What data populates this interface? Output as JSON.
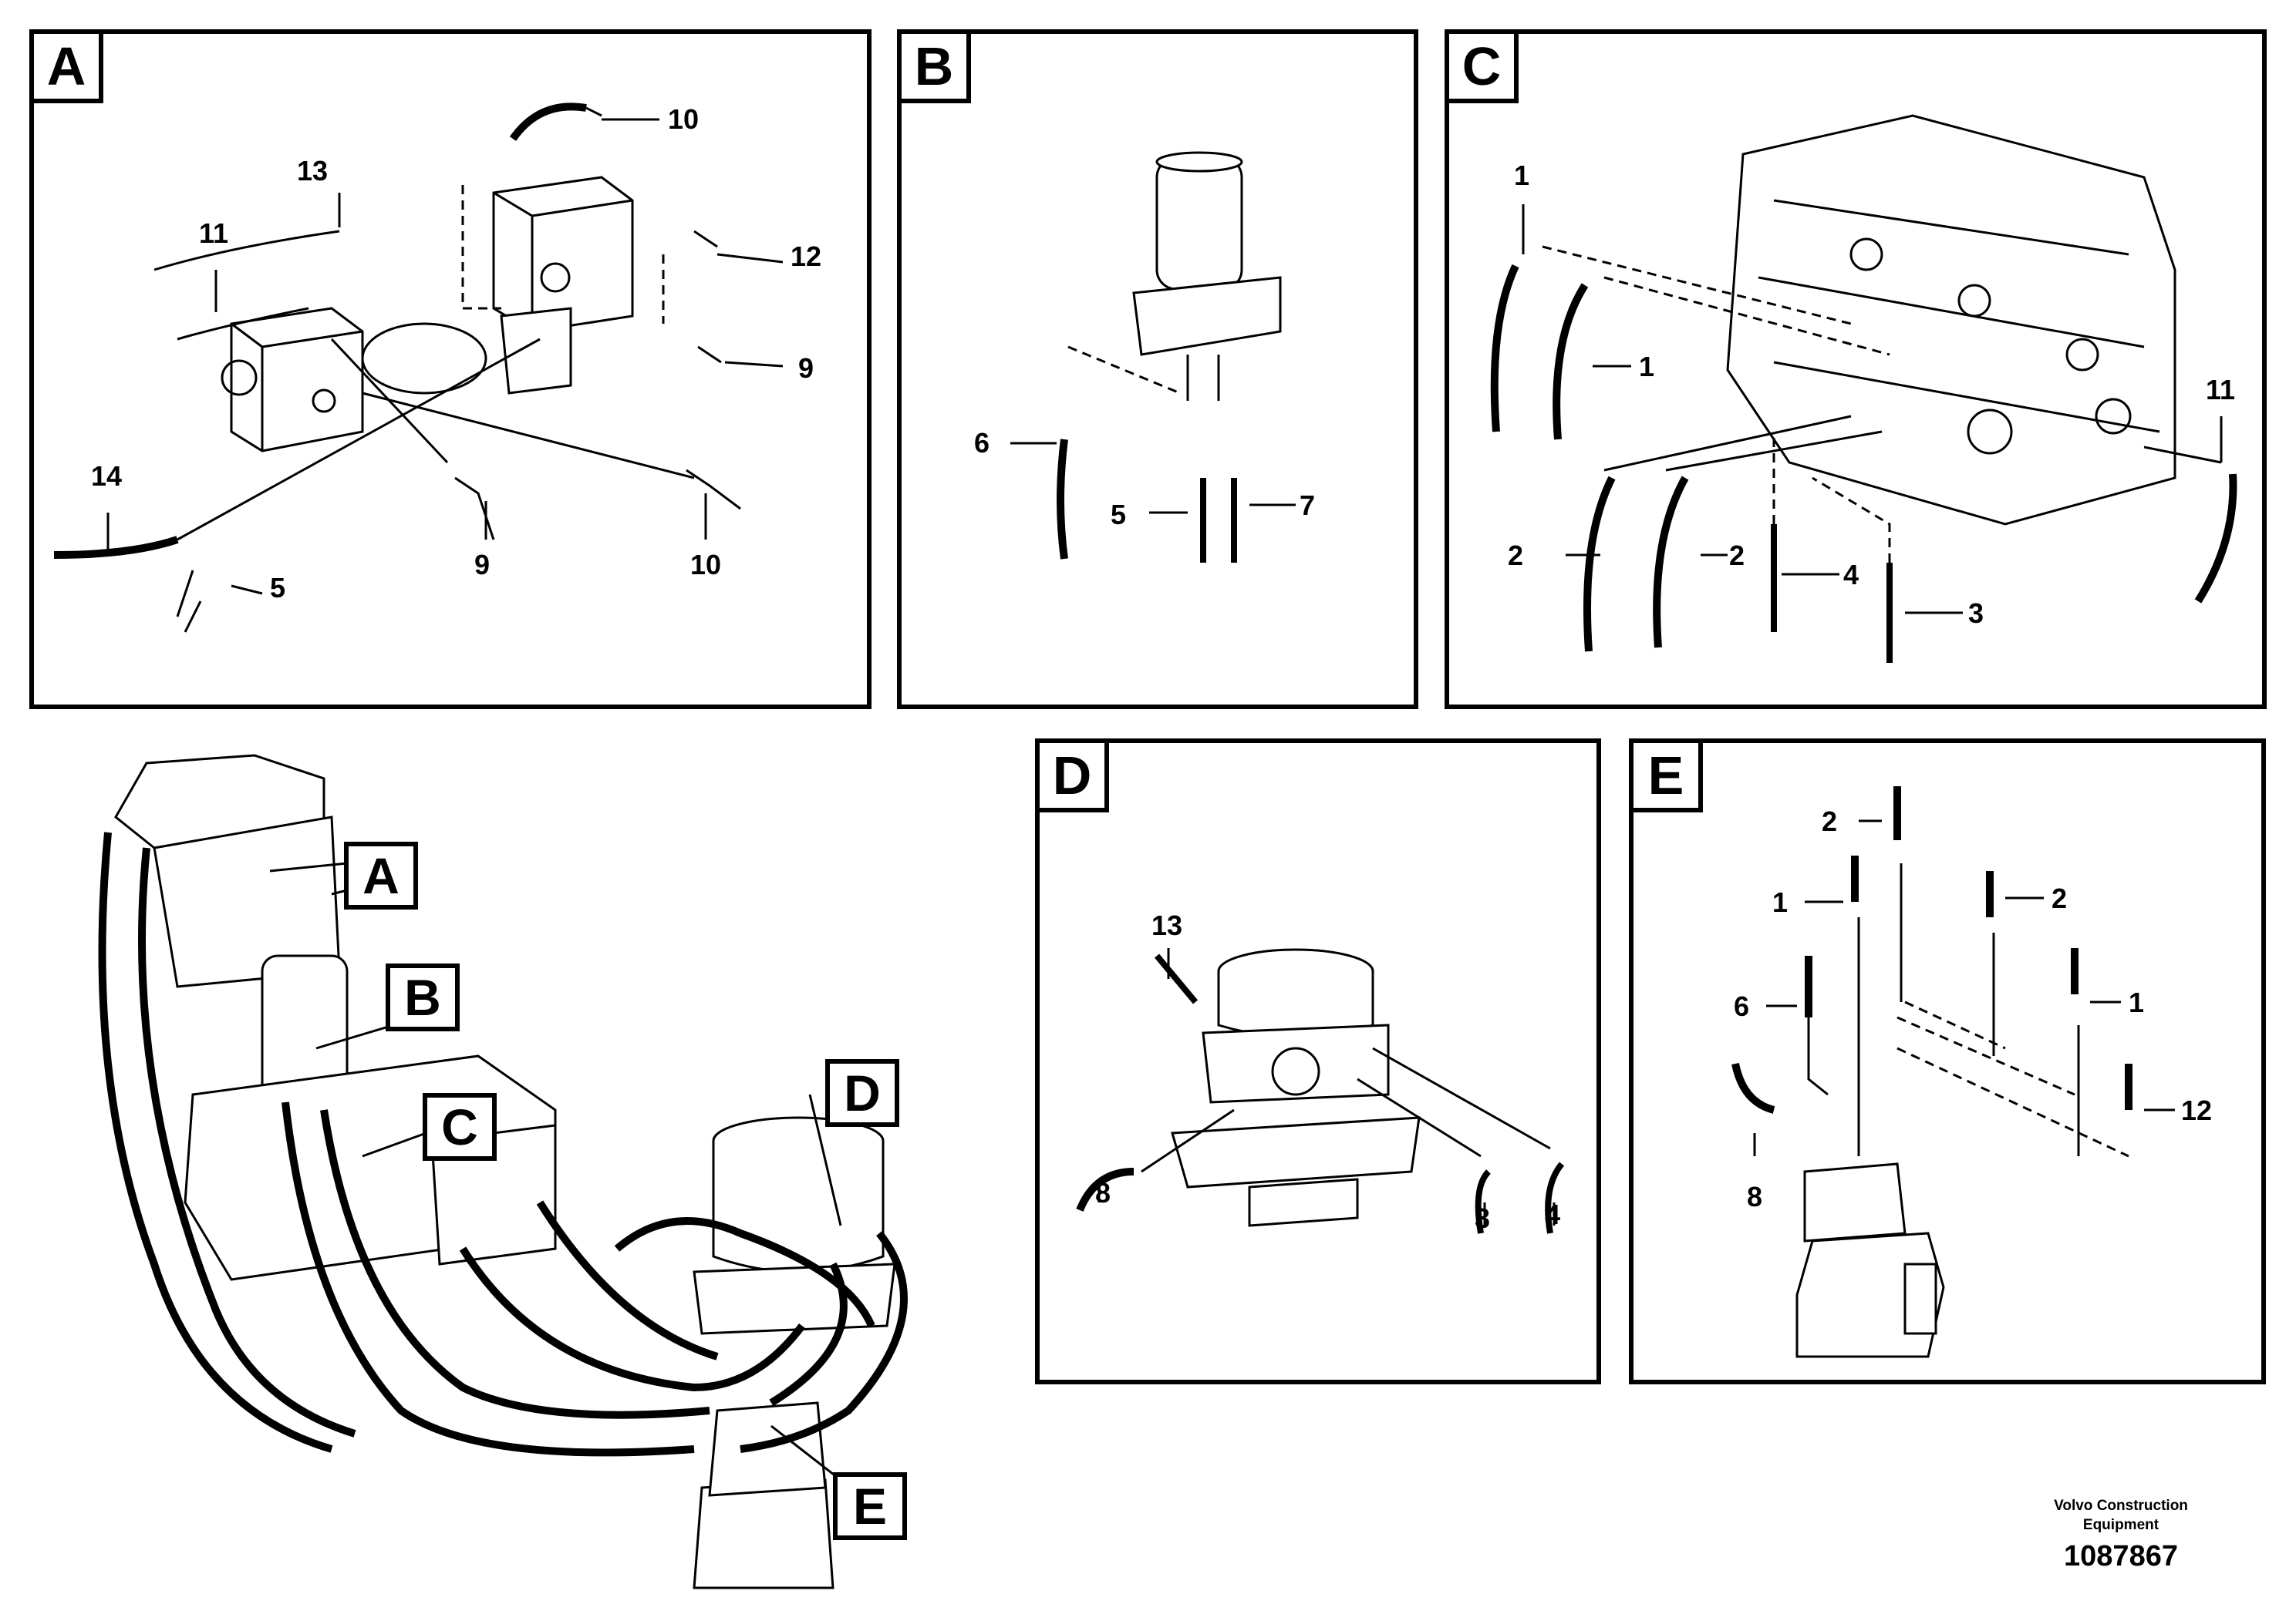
{
  "panels": {
    "A": {
      "label": "A",
      "parts": [
        "10",
        "13",
        "11",
        "12",
        "9",
        "14",
        "9",
        "10",
        "5"
      ]
    },
    "B": {
      "label": "B",
      "parts": [
        "6",
        "5",
        "7"
      ]
    },
    "C": {
      "label": "C",
      "parts": [
        "1",
        "1",
        "11",
        "2",
        "2",
        "4",
        "3"
      ]
    },
    "D": {
      "label": "D",
      "parts": [
        "13",
        "8",
        "3",
        "4"
      ]
    },
    "E": {
      "label": "E",
      "parts": [
        "2",
        "1",
        "2",
        "6",
        "1",
        "8",
        "12"
      ]
    }
  },
  "overview_callouts": [
    "A",
    "B",
    "C",
    "D",
    "E"
  ],
  "footer": {
    "org": "Volvo Construction Equipment",
    "id": "1087867"
  }
}
